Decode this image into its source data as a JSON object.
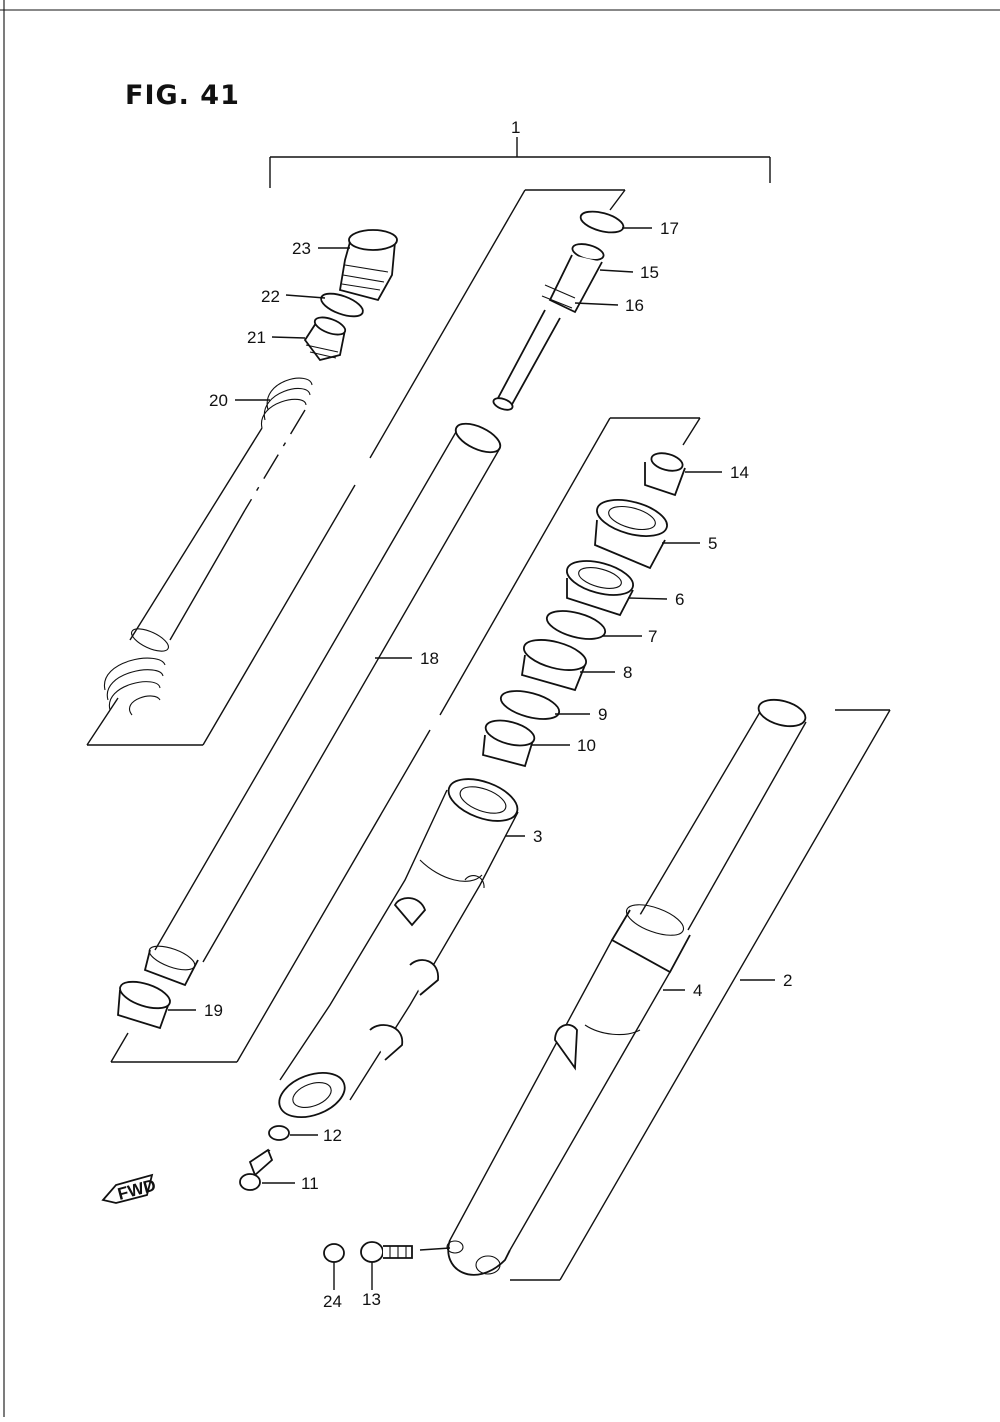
{
  "figure": {
    "title": "FIG. 41"
  },
  "callouts": {
    "assembly": "1",
    "c2": "2",
    "c3": "3",
    "c4": "4",
    "c5": "5",
    "c6": "6",
    "c7": "7",
    "c8": "8",
    "c9": "9",
    "c10": "10",
    "c11": "11",
    "c12": "12",
    "c13": "13",
    "c14": "14",
    "c15": "15",
    "c16": "16",
    "c17": "17",
    "c18": "18",
    "c19": "19",
    "c20": "20",
    "c21": "21",
    "c22": "22",
    "c23": "23",
    "c24": "24"
  },
  "fwd_arrow": {
    "label": "FWD",
    "icon": "fwd-arrow-icon"
  }
}
